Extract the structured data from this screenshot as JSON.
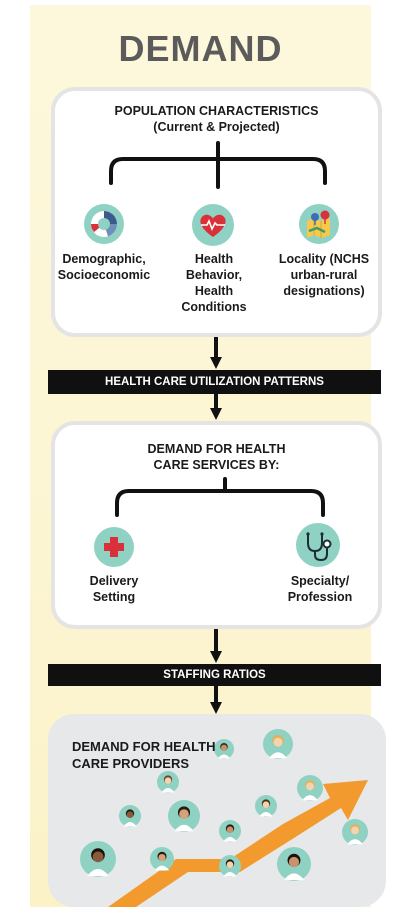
{
  "title": "DEMAND",
  "population": {
    "title_line1": "POPULATION CHARACTERISTICS",
    "title_line2": "(Current & Projected)",
    "items": [
      {
        "line1": "Demographic,",
        "line2": "Socioeconomic",
        "line3": "",
        "line4": "",
        "icon": "demographic-chart-icon"
      },
      {
        "line1": "Health",
        "line2": "Behavior,",
        "line3": "Health",
        "line4": "Conditions",
        "icon": "heart-pulse-icon"
      },
      {
        "line1": "Locality (NCHS",
        "line2": "urban-rural",
        "line3": "designations)",
        "line4": "",
        "icon": "map-pin-icon"
      }
    ]
  },
  "bar1": "HEALTH CARE UTILIZATION PATTERNS",
  "services": {
    "title_line1": "DEMAND FOR HEALTH",
    "title_line2": "CARE SERVICES BY:",
    "items": [
      {
        "line1": "Delivery",
        "line2": "Setting",
        "icon": "medical-cross-icon"
      },
      {
        "line1": "Specialty/",
        "line2": "Profession",
        "icon": "stethoscope-icon"
      }
    ]
  },
  "bar2": "STAFFING RATIOS",
  "providers": {
    "title_line1": "DEMAND FOR HEALTH",
    "title_line2": "CARE PROVIDERS"
  },
  "colors": {
    "background": "#fcf5d2",
    "icon_teal": "#8fd1c2",
    "accent_red": "#d9303a",
    "arrow_orange": "#f29a2e",
    "bar_black": "#101010",
    "title_grey": "#5b5b5b"
  }
}
